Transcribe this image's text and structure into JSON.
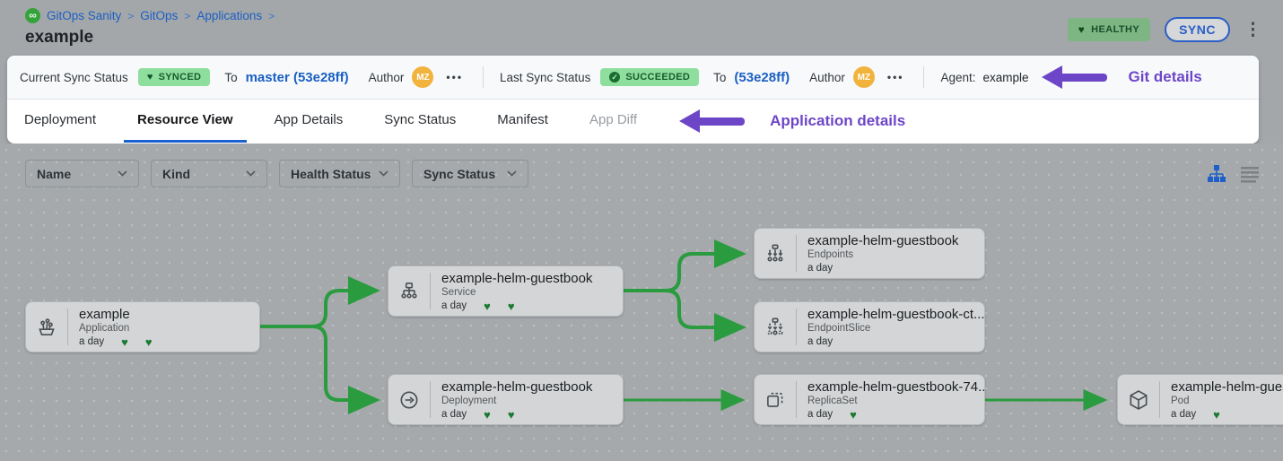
{
  "palette": {
    "accent_blue": "#1b5fc4",
    "edge_green": "#2a9b3e",
    "badge_green": "#8ede9e",
    "healthy_badge_green": "#7db583",
    "annotation_purple": "#6d46c8",
    "avatar_orange": "#f2b33d"
  },
  "header": {
    "breadcrumb": {
      "items": [
        "GitOps Sanity",
        "GitOps",
        "Applications"
      ],
      "separator": ">"
    },
    "title": "example",
    "health_badge": "HEALTHY",
    "sync_button": "SYNC",
    "menu_icon": "⋮"
  },
  "sync_bar": {
    "current": {
      "label": "Current Sync Status",
      "status": "SYNCED",
      "to_label": "To",
      "commit": "master (53e28ff)",
      "author_label": "Author",
      "author_initials": "MZ",
      "more": "•••"
    },
    "last": {
      "label": "Last Sync Status",
      "status": "SUCCEEDED",
      "to_label": "To",
      "commit": "(53e28ff)",
      "author_label": "Author",
      "author_initials": "MZ",
      "more": "•••"
    },
    "agent": {
      "label": "Agent:",
      "value": "example"
    },
    "annotation": "Git details"
  },
  "tabs": {
    "labels": [
      "Deployment",
      "Resource View",
      "App Details",
      "Sync Status",
      "Manifest",
      "App Diff"
    ],
    "active": "Resource View",
    "annotation": "Application details"
  },
  "filters": {
    "items": [
      "Name",
      "Kind",
      "Health Status",
      "Sync Status"
    ]
  },
  "graph": {
    "nodes": [
      {
        "title": "example",
        "kind": "Application",
        "age": "a day",
        "hearts": 2
      },
      {
        "title": "example-helm-guestbook",
        "kind": "Service",
        "age": "a day",
        "hearts": 2
      },
      {
        "title": "example-helm-guestbook",
        "kind": "Endpoints",
        "age": "a day",
        "hearts": 0
      },
      {
        "title": "example-helm-guestbook-ct...",
        "kind": "EndpointSlice",
        "age": "a day",
        "hearts": 0
      },
      {
        "title": "example-helm-guestbook",
        "kind": "Deployment",
        "age": "a day",
        "hearts": 2
      },
      {
        "title": "example-helm-guestbook-74...",
        "kind": "ReplicaSet",
        "age": "a day",
        "hearts": 1
      },
      {
        "title": "example-helm-guest",
        "kind": "Pod",
        "age": "a day",
        "hearts": 1
      }
    ]
  }
}
